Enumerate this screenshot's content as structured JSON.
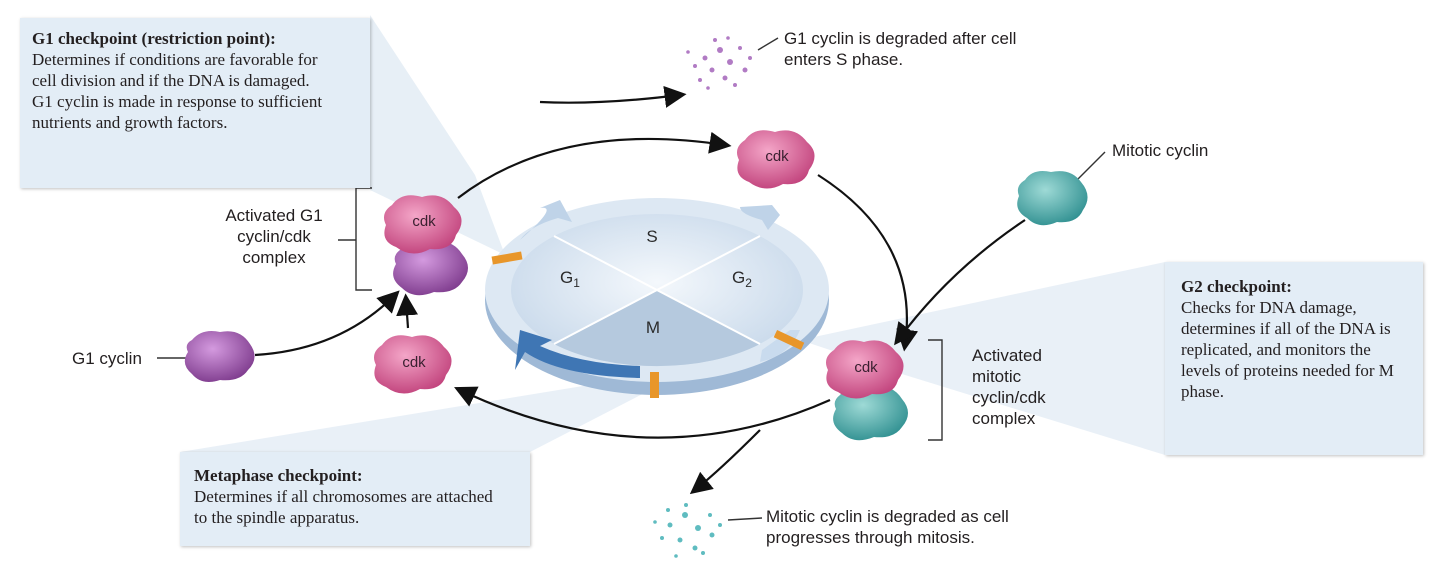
{
  "g1_checkpoint": {
    "title": "G1 checkpoint (restriction point):",
    "text": "Determines if conditions are favorable for cell division and if the DNA is damaged. G1 cyclin is made in response to sufficient nutrients and growth factors."
  },
  "g2_checkpoint": {
    "title": "G2 checkpoint:",
    "text": "Checks for DNA damage, determines if all of the DNA is replicated, and monitors the levels of proteins needed for M phase."
  },
  "metaphase_checkpoint": {
    "title": "Metaphase checkpoint:",
    "text": "Determines if all chromosomes are attached to the spindle apparatus."
  },
  "labels": {
    "g1_cyclin_degraded": "G1 cyclin is degraded after cell enters S phase.",
    "mitotic_cyclin": "Mitotic cyclin",
    "activated_g1_complex": "Activated G1 cyclin/cdk complex",
    "g1_cyclin": "G1 cyclin",
    "activated_mitotic_complex": "Activated mitotic cyclin/cdk complex",
    "mitotic_cyclin_degraded": "Mitotic cyclin is degraded as cell progresses through mitosis."
  },
  "phases": {
    "s": "S",
    "g1": "G1",
    "g2": "G2",
    "m": "M"
  },
  "cdk_label": "cdk",
  "colors": {
    "cdk": "#d9578f",
    "g1_cyclin": "#9b4ea3",
    "mitotic_cyclin": "#3fa6a5",
    "checkpoint_box": "#e3edf6",
    "checkpoint_bar": "#e8962a"
  }
}
